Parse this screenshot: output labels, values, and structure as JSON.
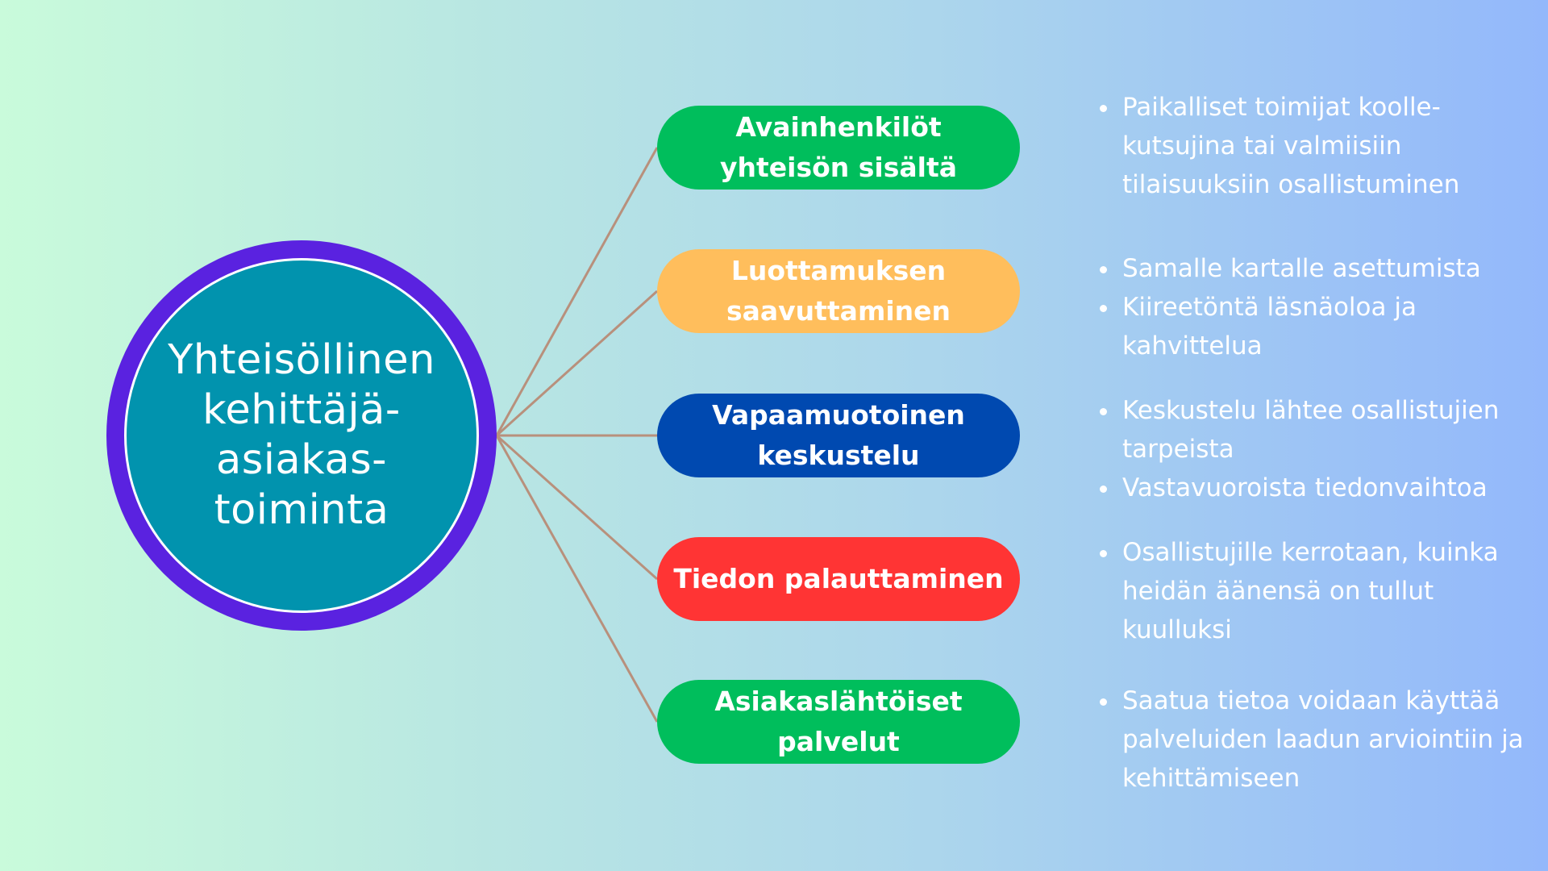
{
  "hub": {
    "title": "Yhteisöllinen kehittäjä-asiakas-toiminta",
    "outer_color": "#5a22e0",
    "inner_color": "#0193ae"
  },
  "line_color": "#b8907c",
  "topics": [
    {
      "label": "Avainhenkilöt yhteisön sisältä",
      "bg": "#00be5c",
      "fg": "#ffffff",
      "bullets": [
        "Paikalliset toimijat koolle-kutsujina tai valmiisiin tilaisuuksiin osallistuminen"
      ]
    },
    {
      "label": "Luottamuksen saavuttaminen",
      "bg": "#ffbe5c",
      "fg": "#ffffff",
      "bullets": [
        "Samalle kartalle asettumista",
        "Kiireetöntä läsnäoloa ja kahvittelua"
      ]
    },
    {
      "label": "Vapaamuotoinen keskustelu",
      "bg": "#0049b0",
      "fg": "#ffffff",
      "bullets": [
        "Keskustelu lähtee osallistujien tarpeista",
        "Vastavuoroista tiedonvaihtoa"
      ]
    },
    {
      "label": "Tiedon palauttaminen",
      "bg": "#ff3434",
      "fg": "#ffffff",
      "bullets": [
        "Osallistujille kerrotaan, kuinka heidän äänensä on tullut kuulluksi"
      ]
    },
    {
      "label": "Asiakaslähtöiset palvelut",
      "bg": "#00be5c",
      "fg": "#ffffff",
      "bullets": [
        "Saatua tietoa voidaan käyttää palveluiden laadun arviointiin ja kehittämiseen"
      ]
    }
  ]
}
